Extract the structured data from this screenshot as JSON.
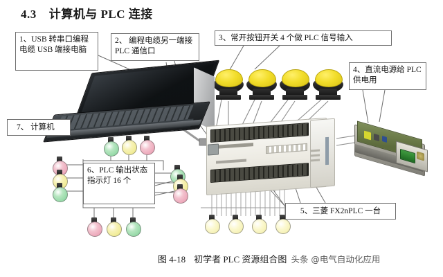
{
  "heading": {
    "number": "4.3",
    "title": "计算机与 PLC 连接"
  },
  "callouts": [
    {
      "id": "1",
      "text": "1、USB 转串口编程电缆 USB 端接电脑",
      "target": "usb-serial-programming-cable"
    },
    {
      "id": "2",
      "text": "2、 编程电缆另一端接 PLC 通信口",
      "target": "plc-communication-port"
    },
    {
      "id": "3",
      "text": "3、常开按钮开关 4 个做 PLC 信号输入",
      "target": "pushbutton-switches"
    },
    {
      "id": "4",
      "text": "4、直流电源给 PLC 供电用",
      "target": "dc-power-supply"
    },
    {
      "id": "5",
      "text": "5、三菱 FX2nPLC 一台",
      "target": "mitsubishi-plc"
    },
    {
      "id": "6",
      "text": "6、PLC 输出状态指示灯 16 个",
      "target": "output-indicator-lamps"
    },
    {
      "id": "7",
      "text": "7、 计算机",
      "target": "laptop-computer"
    }
  ],
  "components": {
    "laptop": {
      "name": "laptop-computer",
      "color": "#1a1d20"
    },
    "plc": {
      "name": "mitsubishi-fx2n-plc",
      "brand": "MITSUBISHI",
      "model": "FX2n",
      "color": "#ecebe3"
    },
    "power_supply": {
      "name": "dc-switching-power-supply",
      "color": "#9d9b92"
    },
    "buttons": {
      "name": "normally-open-pushbutton",
      "count": 4,
      "cap_color": "#f2dd2a",
      "base_color": "#1f1f1f"
    },
    "lamps": {
      "name": "output-status-indicator-lamp",
      "count": 16,
      "colors": [
        "#7fcf96",
        "#ece77e",
        "#e895ab",
        "#f2eda4"
      ],
      "color_names": [
        "green",
        "yellow",
        "pink",
        "pale-yellow"
      ]
    },
    "cable": {
      "name": "usb-to-serial-programming-cable",
      "color": "#9a9a9a"
    }
  },
  "caption": {
    "figure_number": "图 4-18",
    "figure_title": "初学者 PLC 资源组合图",
    "watermark": "头条 @电气自动化应用"
  }
}
